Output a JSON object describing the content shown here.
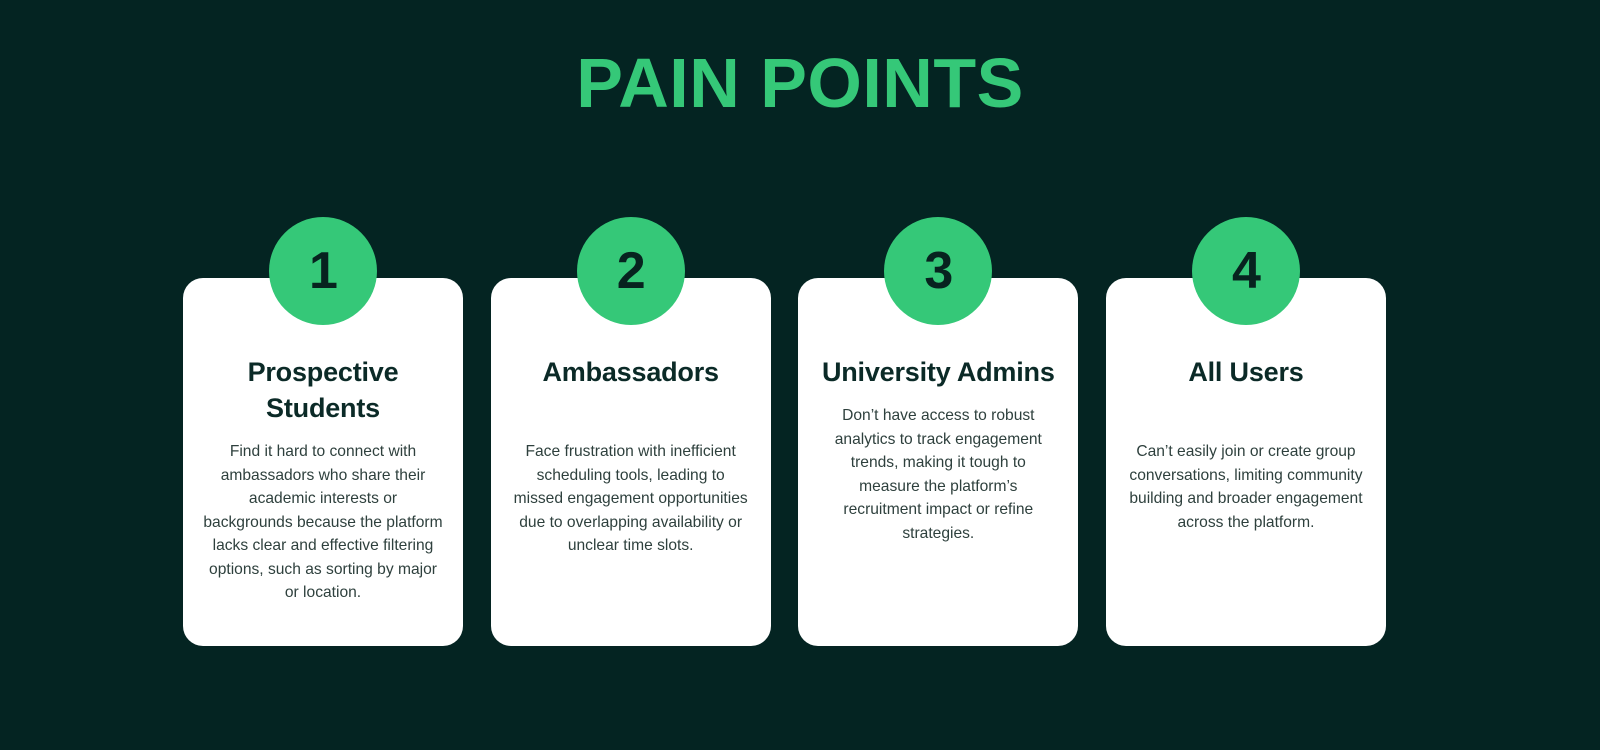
{
  "header": {
    "title": "PAIN POINTS"
  },
  "colors": {
    "background": "#042422",
    "accent_green": "#35c878",
    "card_background": "#ffffff",
    "title_text": "#0b2a27",
    "body_text": "#2e403d",
    "badge_number": "#07231f"
  },
  "cards": [
    {
      "number": "1",
      "title": "Prospective Students",
      "title_lines": 2,
      "body": "Find it hard to connect with ambassadors who share their academic interests or backgrounds because the platform lacks clear and effective filtering options, such as sorting by major or location."
    },
    {
      "number": "2",
      "title": "Ambassadors",
      "title_lines": 1,
      "body": "Face frustration with inefficient scheduling tools, leading to missed engagement opportunities due to overlapping availability or unclear time slots."
    },
    {
      "number": "3",
      "title": "University Admins",
      "title_lines": 2,
      "body": "Don’t have access to robust analytics to track engagement trends, making it tough to measure the platform’s recruitment impact or refine strategies."
    },
    {
      "number": "4",
      "title": "All Users",
      "title_lines": 1,
      "body": "Can’t easily join or create group conversations, limiting community building and broader engagement across the platform."
    }
  ]
}
